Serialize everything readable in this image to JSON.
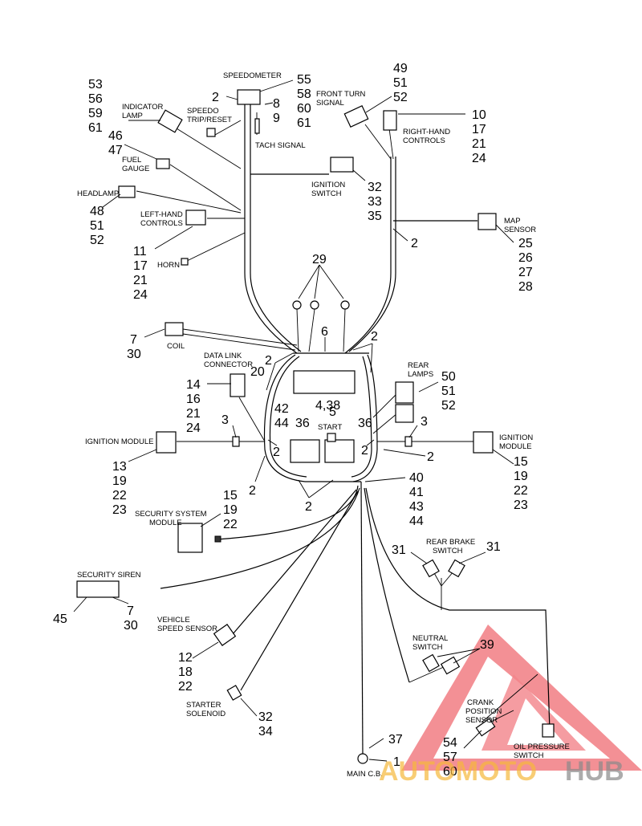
{
  "labels": {
    "speedometer": "SPEEDOMETER",
    "front_turn_signal_1": "FRONT TURN",
    "front_turn_signal_2": "SIGNAL",
    "indicator_lamp_1": "INDICATOR",
    "indicator_lamp_2": "LAMP",
    "speedo_trip_1": "SPEEDO",
    "speedo_trip_2": "TRIP/RESET",
    "right_hand_controls_1": "RIGHT-HAND",
    "right_hand_controls_2": "CONTROLS",
    "tach_signal": "TACH SIGNAL",
    "fuel_gauge_1": "FUEL",
    "fuel_gauge_2": "GAUGE",
    "ignition_switch_1": "IGNITION",
    "ignition_switch_2": "SWITCH",
    "headlamp": "HEADLAMP",
    "left_hand_controls_1": "LEFT-HAND",
    "left_hand_controls_2": "CONTROLS",
    "map_sensor_1": "MAP",
    "map_sensor_2": "SENSOR",
    "horn": "HORN",
    "coil": "COIL",
    "data_link_1": "DATA LINK",
    "data_link_2": "CONNECTOR",
    "rear_lamps_1": "REAR",
    "rear_lamps_2": "LAMPS",
    "start": "START",
    "ignition_module_left": "IGNITION MODULE",
    "ignition_module_right_1": "IGNITION",
    "ignition_module_right_2": "MODULE",
    "security_module_1": "SECURITY SYSTEM",
    "security_module_2": "MODULE",
    "rear_brake_1": "REAR BRAKE",
    "rear_brake_2": "SWITCH",
    "security_siren": "SECURITY SIREN",
    "vehicle_speed_1": "VEHICLE",
    "vehicle_speed_2": "SPEED SENSOR",
    "neutral_switch_1": "NEUTRAL",
    "neutral_switch_2": "SWITCH",
    "crank_1": "CRANK",
    "crank_2": "POSITION",
    "crank_3": "SENSOR",
    "starter_1": "STARTER",
    "starter_2": "SOLENOID",
    "oil_pressure_1": "OIL  PRESSURE",
    "oil_pressure_2": "SWITCH",
    "main_cb": "MAIN C.B."
  },
  "callouts": {
    "speedo_2": "2",
    "speedo_group": [
      "55",
      "58",
      "60",
      "61"
    ],
    "front_turn_group": [
      "49",
      "51",
      "52"
    ],
    "indicator_group": [
      "53",
      "56",
      "59",
      "61"
    ],
    "trip_group": [
      "8",
      "9"
    ],
    "rh_controls_group": [
      "10",
      "17",
      "21",
      "24"
    ],
    "fuel_group": [
      "46",
      "47"
    ],
    "ignition_switch_group": [
      "32",
      "33",
      "35"
    ],
    "headlamp_group": [
      "48",
      "51",
      "52"
    ],
    "map_2": "2",
    "map_group": [
      "25",
      "26",
      "27",
      "28"
    ],
    "lh_controls_group": [
      "11",
      "17",
      "21",
      "24"
    ],
    "ring_terminals": "29",
    "coil_group": [
      "7",
      "30"
    ],
    "harness_6": "6",
    "upper_right_2": "2",
    "upper_left_2": "2",
    "data_link_20": "20",
    "data_link_group": [
      "14",
      "16",
      "21",
      "24"
    ],
    "rear_lamps_group": [
      "50",
      "51",
      "52"
    ],
    "center_box": "4,38",
    "relay_group_left": [
      "42",
      "44"
    ],
    "relay_36_left": "36",
    "relay_5": "5",
    "relay_36_right": "36",
    "left_3": "3",
    "right_3": "3",
    "left_mid_2": "2",
    "right_mid_2": "2",
    "right_mid_2b": "2",
    "left_low_2": "2",
    "ign_left_group": [
      "13",
      "19",
      "22",
      "23"
    ],
    "ign_right_group": [
      "15",
      "19",
      "22",
      "23"
    ],
    "bottom_center_2": "2",
    "right_harness_group": [
      "40",
      "41",
      "43",
      "44"
    ],
    "security_group": [
      "15",
      "19",
      "22"
    ],
    "rear_brake_left": "31",
    "rear_brake_right": "31",
    "siren_45": "45",
    "siren_group": [
      "7",
      "30"
    ],
    "neutral_39": "39",
    "vss_group": [
      "12",
      "18",
      "22"
    ],
    "starter_group": [
      "32",
      "34"
    ],
    "main_37": "37",
    "main_1": "1",
    "crank_group": [
      "54",
      "57",
      "60"
    ]
  },
  "watermark": {
    "part1": "AUTOMOTO",
    "part2": "HUB",
    "color_main": "#e8202a",
    "color_alt": "#f6b93b",
    "color_gray": "#8a8a8a"
  }
}
